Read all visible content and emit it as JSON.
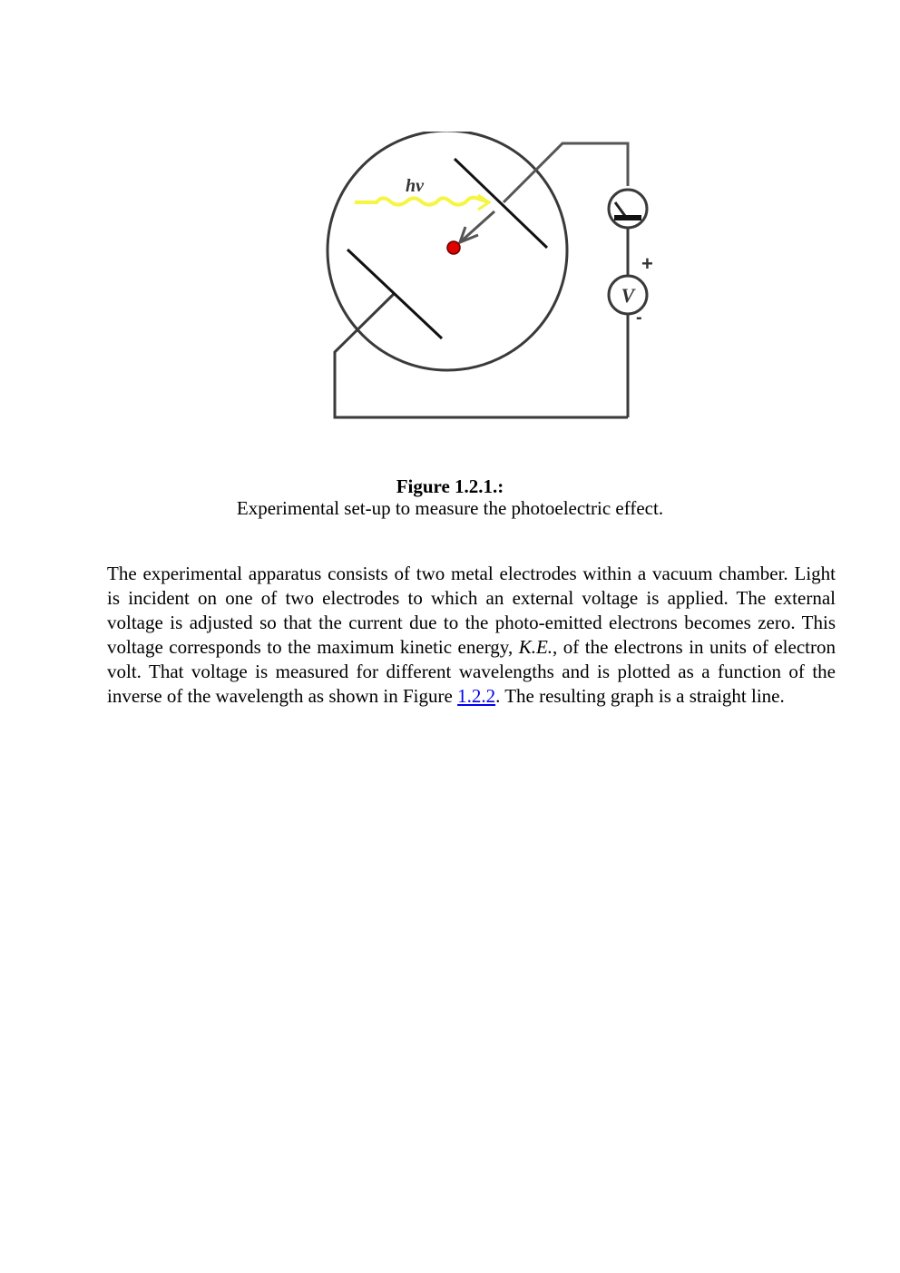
{
  "figure": {
    "label_photon": "hν",
    "label_voltmeter": "V",
    "label_plus": "+",
    "label_minus": "-",
    "colors": {
      "wire": "#3a3a3a",
      "electrode": "#111111",
      "photon": "#f5f542",
      "electron": "#e00000"
    }
  },
  "caption": {
    "title": "Figure 1.2.1.:",
    "text": "Experimental set-up to measure the photoelectric effect."
  },
  "paragraph": {
    "part1": "The experimental apparatus consists of two metal electrodes within a vacuum chamber. Light is incident on one of two electrodes to which an external voltage is applied. The external voltage is adjusted so that the current due to the photo-emitted electrons becomes zero. This voltage corresponds to the maximum kinetic energy, ",
    "ke": "K.E.",
    "part2": ", of the electrons in units of electron volt. That voltage is measured for different wavelengths and is plotted as a function of the inverse of the wavelength as shown in Figure ",
    "link": "1.2.2",
    "part3": ". The resulting graph is a straight line."
  }
}
